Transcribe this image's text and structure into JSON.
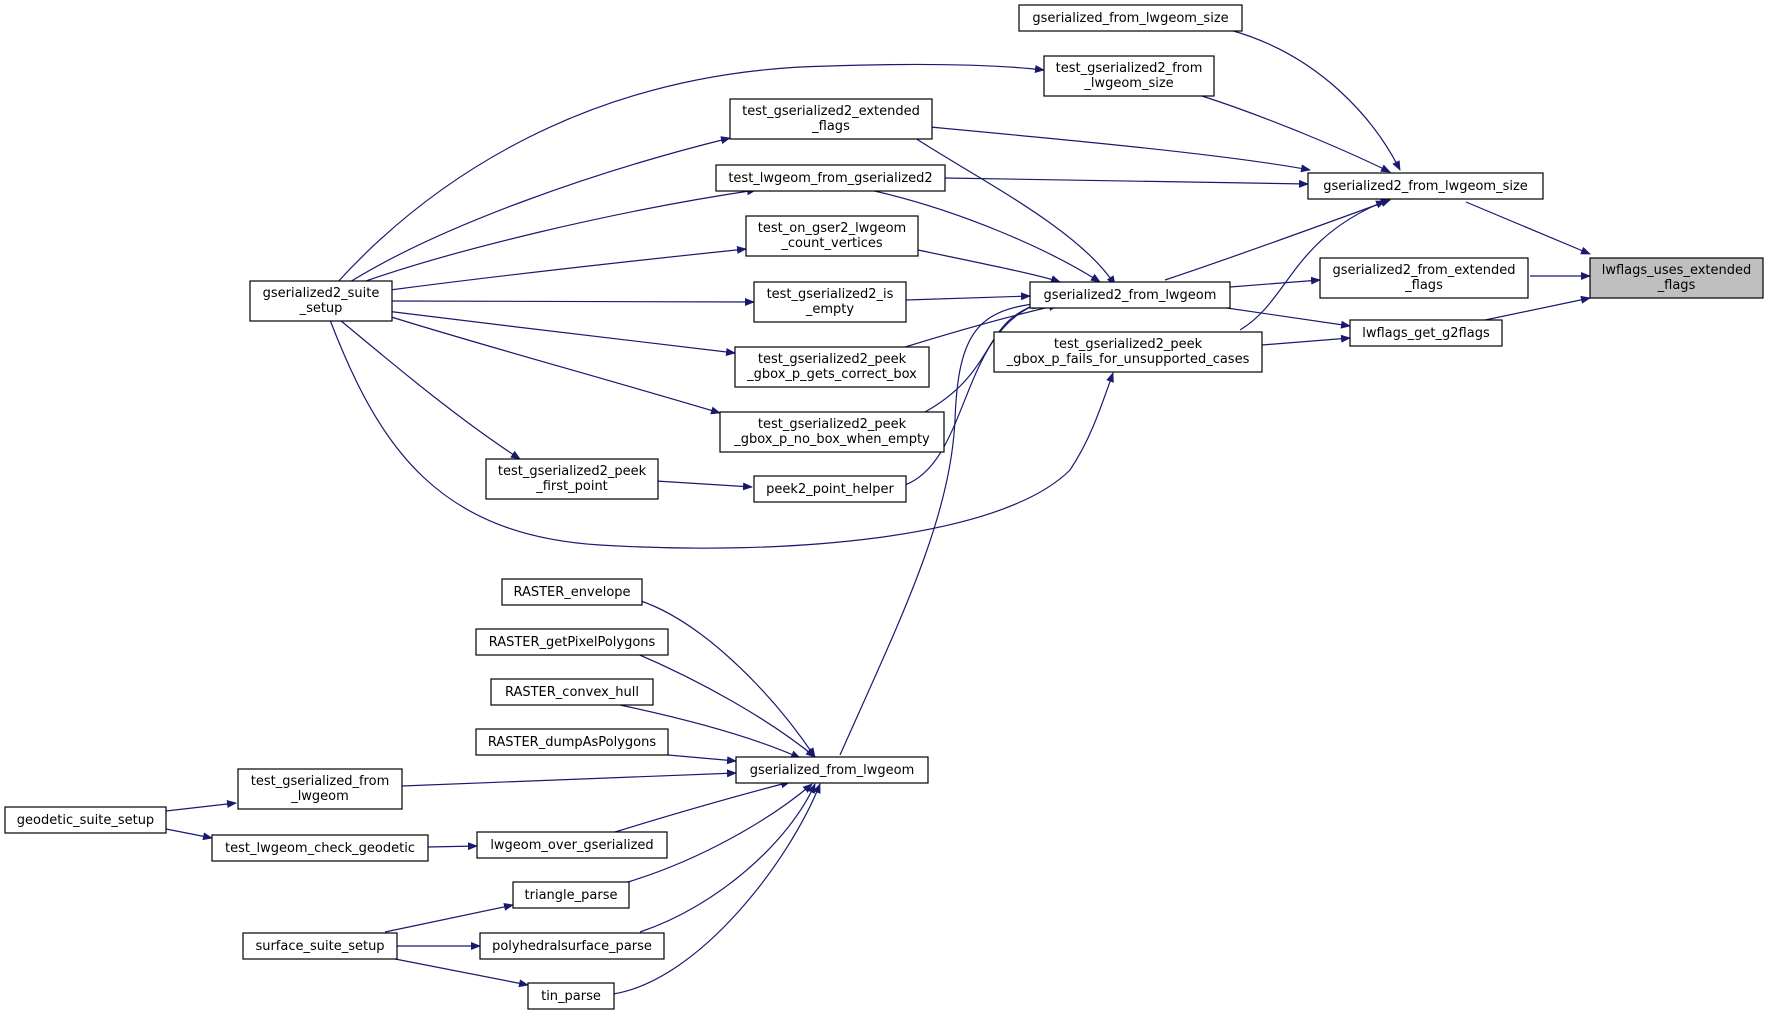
{
  "colors": {
    "edge": "#191970",
    "focus_fill": "#bfbfbf",
    "node_fill": "#ffffff"
  },
  "nodes": {
    "lwflags_uses_extended_flags": [
      "lwflags_uses_extended",
      "_flags"
    ],
    "gserialized2_from_lwgeom_size": [
      "gserialized2_from_lwgeom_size"
    ],
    "gserialized2_from_extended_flags": [
      "gserialized2_from_extended",
      "_flags"
    ],
    "lwflags_get_g2flags": [
      "lwflags_get_g2flags"
    ],
    "gserialized_from_lwgeom_size": [
      "gserialized_from_lwgeom_size"
    ],
    "test_gserialized2_from_lwgeom_size": [
      "test_gserialized2_from",
      "_lwgeom_size"
    ],
    "test_gserialized2_extended_flags": [
      "test_gserialized2_extended",
      "_flags"
    ],
    "test_lwgeom_from_gserialized2": [
      "test_lwgeom_from_gserialized2"
    ],
    "test_on_gser2_lwgeom_count_vertices": [
      "test_on_gser2_lwgeom",
      "_count_vertices"
    ],
    "test_gserialized2_is_empty": [
      "test_gserialized2_is",
      "_empty"
    ],
    "test_gserialized2_peek_gbox_p_gets_correct_box": [
      "test_gserialized2_peek",
      "_gbox_p_gets_correct_box"
    ],
    "test_gserialized2_peek_gbox_p_no_box_when_empty": [
      "test_gserialized2_peek",
      "_gbox_p_no_box_when_empty"
    ],
    "peek2_point_helper": [
      "peek2_point_helper"
    ],
    "test_gserialized2_peek_first_point": [
      "test_gserialized2_peek",
      "_first_point"
    ],
    "gserialized2_suite_setup": [
      "gserialized2_suite",
      "_setup"
    ],
    "gserialized2_from_lwgeom": [
      "gserialized2_from_lwgeom"
    ],
    "test_gserialized2_peek_gbox_p_fails_for_unsupported_cases": [
      "test_gserialized2_peek",
      "_gbox_p_fails_for_unsupported_cases"
    ],
    "gserialized_from_lwgeom": [
      "gserialized_from_lwgeom"
    ],
    "RASTER_envelope": [
      "RASTER_envelope"
    ],
    "RASTER_getPixelPolygons": [
      "RASTER_getPixelPolygons"
    ],
    "RASTER_convex_hull": [
      "RASTER_convex_hull"
    ],
    "RASTER_dumpAsPolygons": [
      "RASTER_dumpAsPolygons"
    ],
    "test_gserialized_from_lwgeom": [
      "test_gserialized_from",
      "_lwgeom"
    ],
    "geodetic_suite_setup": [
      "geodetic_suite_setup"
    ],
    "test_lwgeom_check_geodetic": [
      "test_lwgeom_check_geodetic"
    ],
    "lwgeom_over_gserialized": [
      "lwgeom_over_gserialized"
    ],
    "triangle_parse": [
      "triangle_parse"
    ],
    "surface_suite_setup": [
      "surface_suite_setup"
    ],
    "polyhedralsurface_parse": [
      "polyhedralsurface_parse"
    ],
    "tin_parse": [
      "tin_parse"
    ]
  }
}
